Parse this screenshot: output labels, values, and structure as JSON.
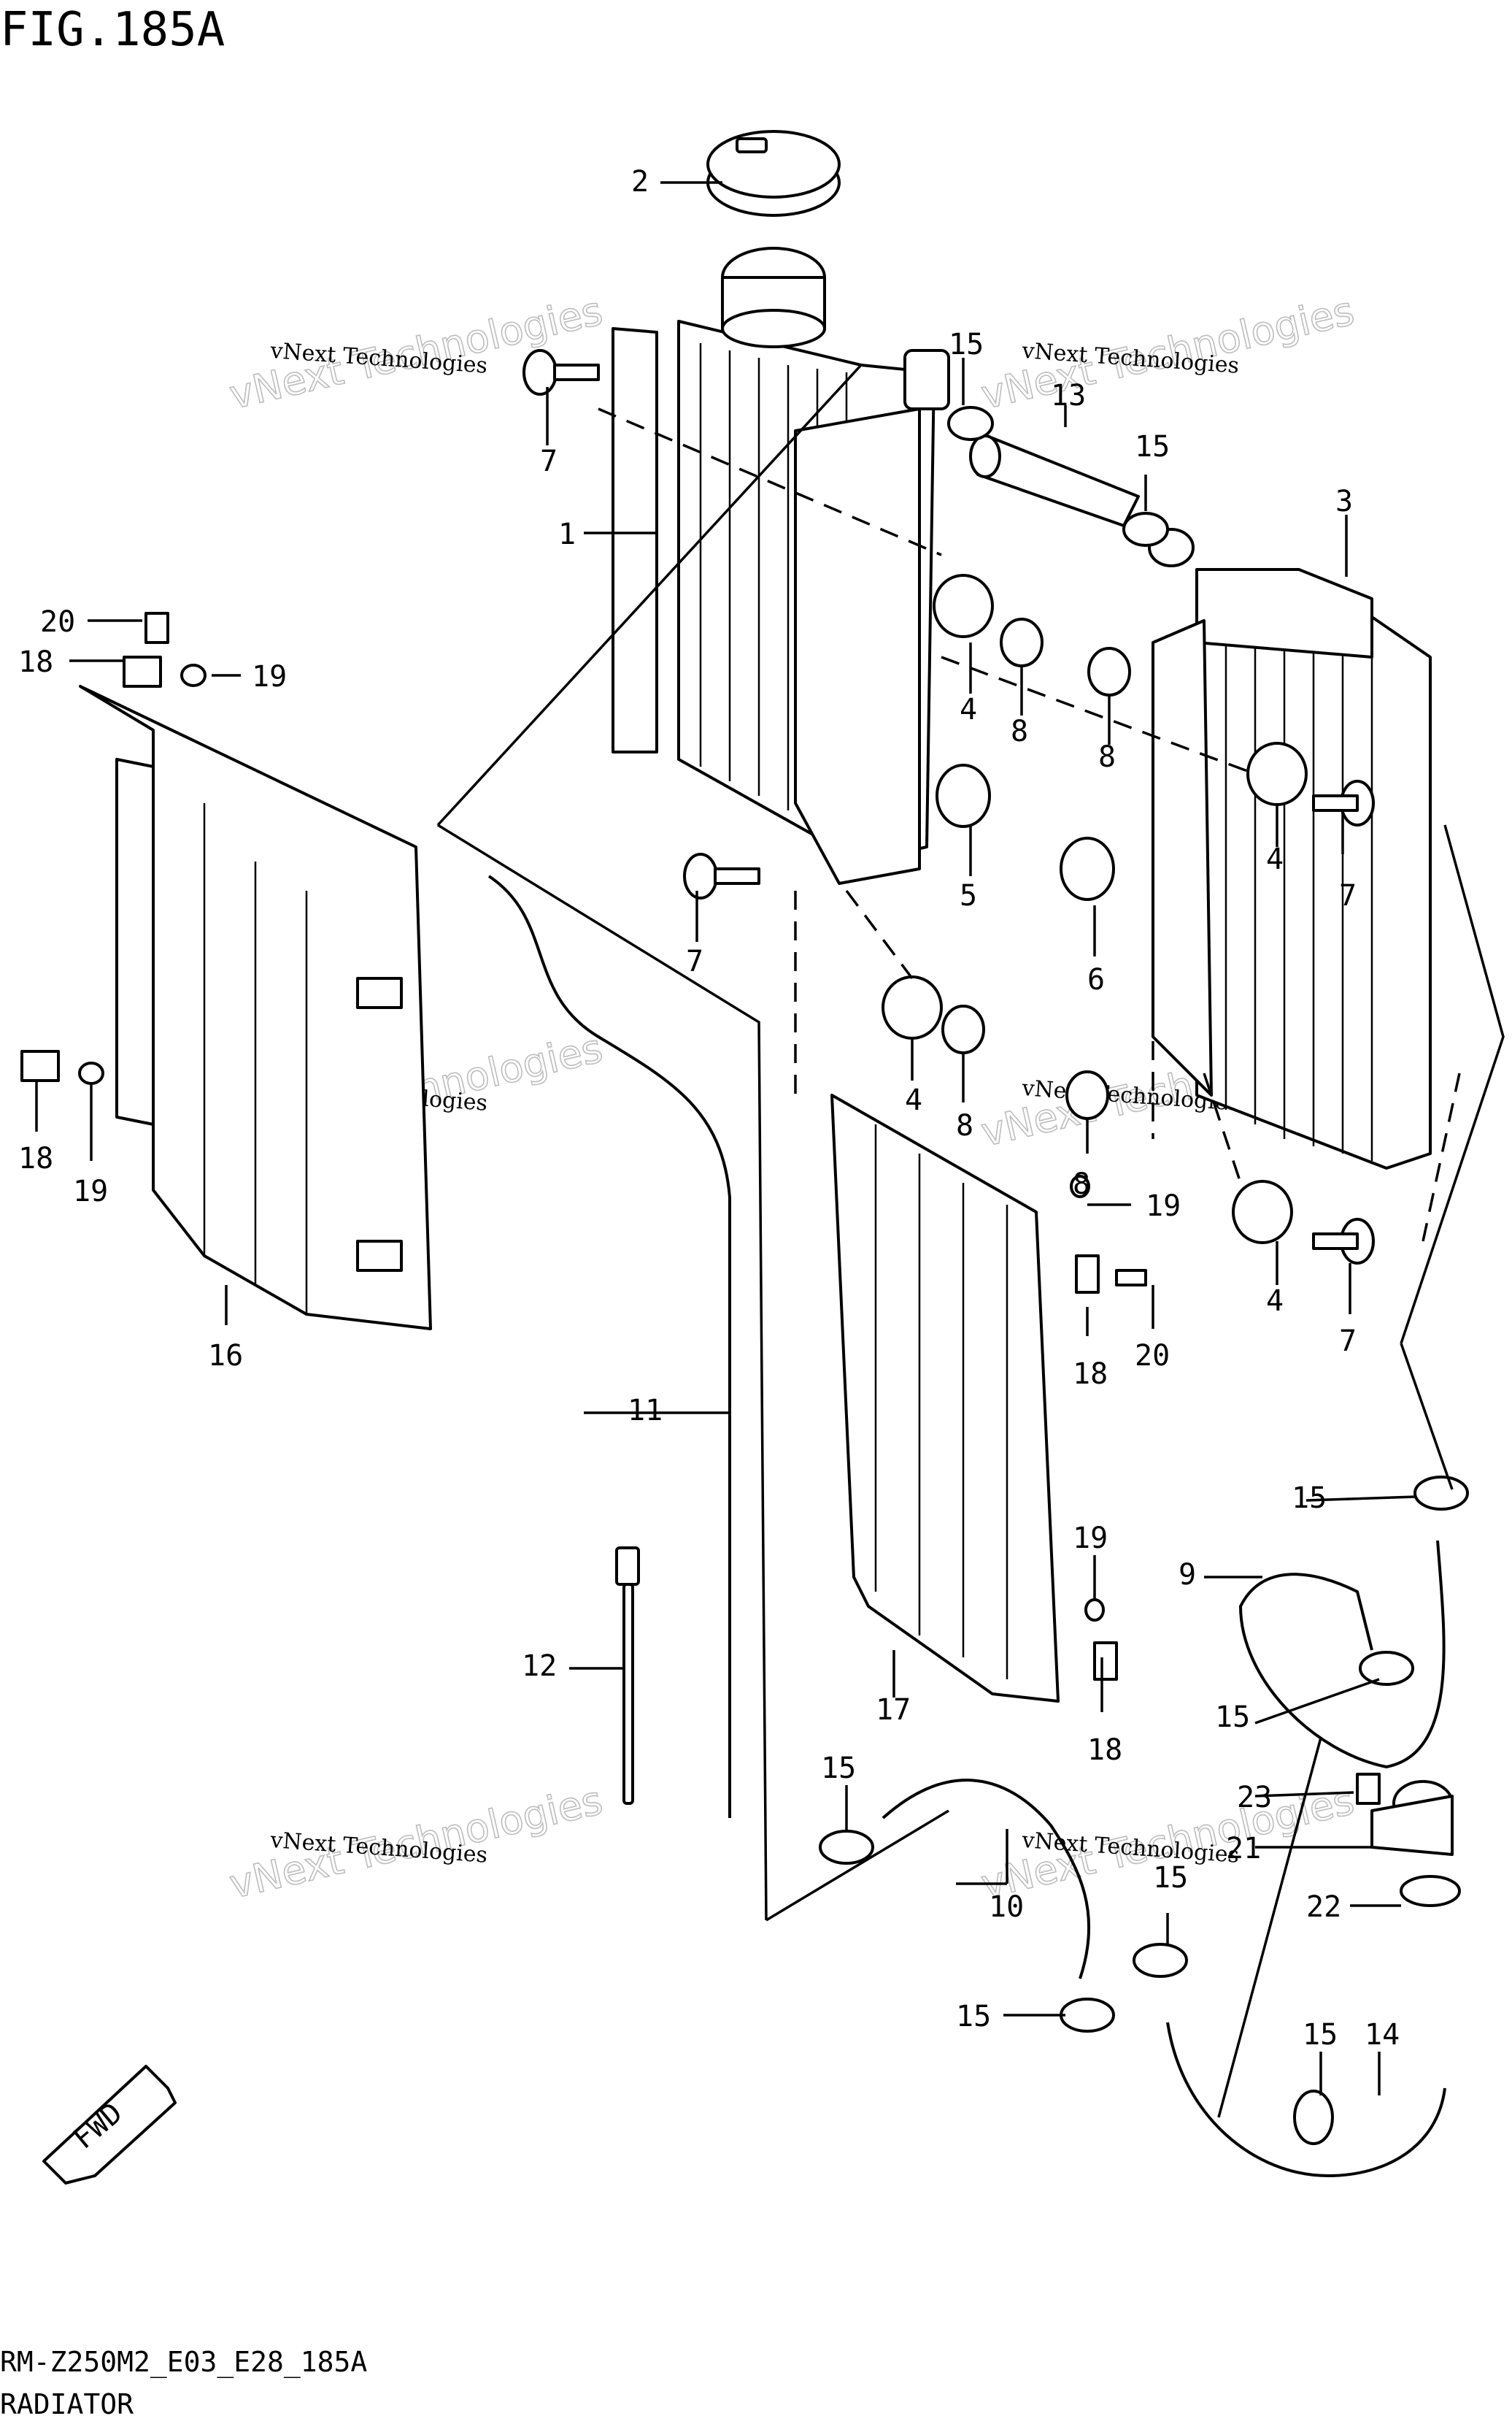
{
  "figure": {
    "title": "FIG.185A",
    "code": "RM-Z250M2_E03_E28_185A",
    "name": "RADIATOR",
    "fwd_label": "FWD"
  },
  "watermark": {
    "line1": "vNext Technologies",
    "line2": "vNext Technologies"
  },
  "callouts": {
    "c1": "1",
    "c2": "2",
    "c3": "3",
    "c4a": "4",
    "c4b": "4",
    "c4c": "4",
    "c4d": "4",
    "c5": "5",
    "c6": "6",
    "c7a": "7",
    "c7b": "7",
    "c7c": "7",
    "c7d": "7",
    "c8a": "8",
    "c8b": "8",
    "c8c": "8",
    "c8d": "8",
    "c9": "9",
    "c10": "10",
    "c11": "11",
    "c12": "12",
    "c13": "13",
    "c14": "14",
    "c15a": "15",
    "c15b": "15",
    "c15c": "15",
    "c15d": "15",
    "c15e": "15",
    "c15f": "15",
    "c15g": "15",
    "c15h": "15",
    "c16": "16",
    "c17": "17",
    "c18a": "18",
    "c18b": "18",
    "c18c": "18",
    "c18d": "18",
    "c19a": "19",
    "c19b": "19",
    "c19c": "19",
    "c19d": "19",
    "c20a": "20",
    "c20b": "20",
    "c21": "21",
    "c22": "22",
    "c23": "23"
  }
}
